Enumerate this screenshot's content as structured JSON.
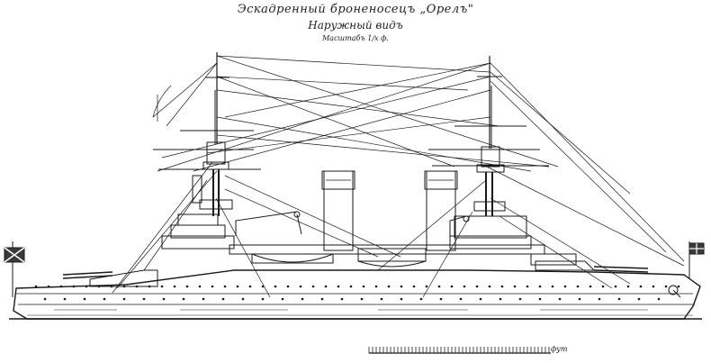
{
  "title": {
    "line1": "Эскадренный броненосецъ „Орелъ\"",
    "line2": "Наружный видъ",
    "line3": "Масштабъ 1/х ф."
  },
  "scale_bar": {
    "label": "фут"
  },
  "colors": {
    "ink": "#1a1a1a",
    "paper": "#ffffff",
    "flag_fill": "#3a3a3a"
  }
}
